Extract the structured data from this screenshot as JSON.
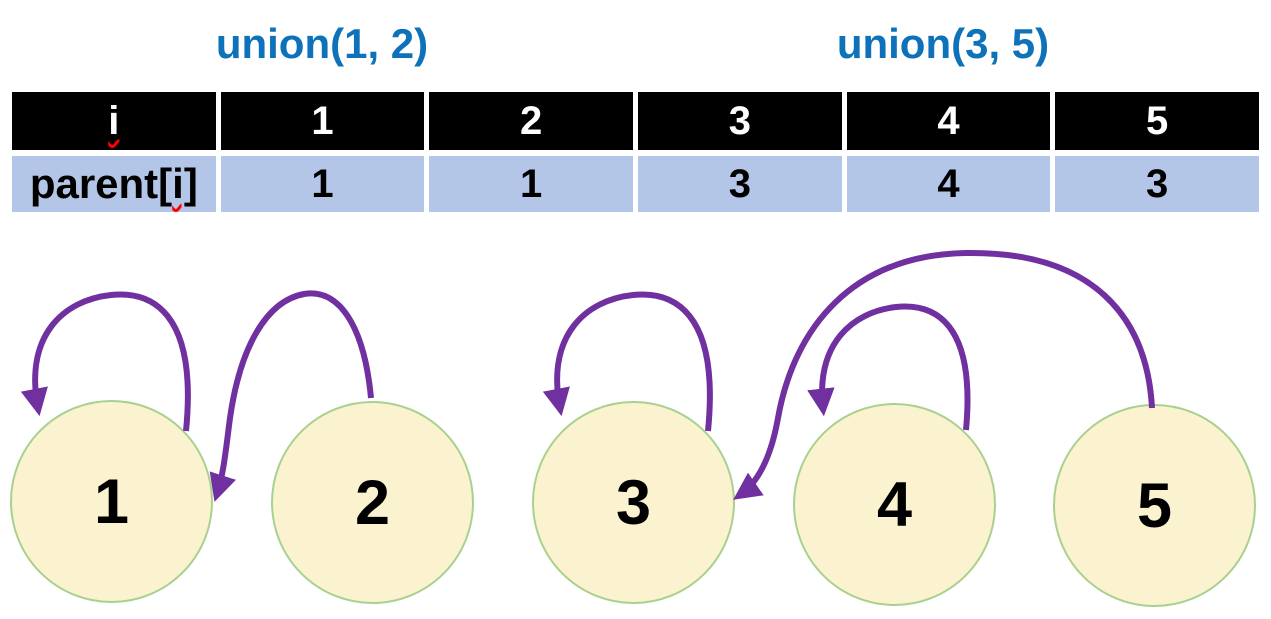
{
  "titles": {
    "left": "union(1, 2)",
    "right": "union(3, 5)"
  },
  "table": {
    "i_row": {
      "label": "i",
      "values": [
        "1",
        "2",
        "3",
        "4",
        "5"
      ]
    },
    "parent_row": {
      "label_prefix": "parent[",
      "label_tail": "i]",
      "values": [
        "1",
        "1",
        "3",
        "4",
        "3"
      ]
    }
  },
  "nodes": [
    "1",
    "2",
    "3",
    "4",
    "5"
  ],
  "edges": [
    {
      "from": "1",
      "to": "1",
      "kind": "self-loop"
    },
    {
      "from": "2",
      "to": "1",
      "kind": "arc"
    },
    {
      "from": "3",
      "to": "3",
      "kind": "self-loop"
    },
    {
      "from": "4",
      "to": "4",
      "kind": "self-loop"
    },
    {
      "from": "5",
      "to": "3",
      "kind": "arc"
    }
  ],
  "colors": {
    "title-blue": "#0d72ba",
    "purple": "#7030a0",
    "node-fill": "#fbf2d0",
    "node-border": "#a9d18e",
    "header-bg": "#000000",
    "header-text": "#ffffff",
    "row-bg": "#b4c6e7",
    "squiggle-red": "#ff0000"
  }
}
